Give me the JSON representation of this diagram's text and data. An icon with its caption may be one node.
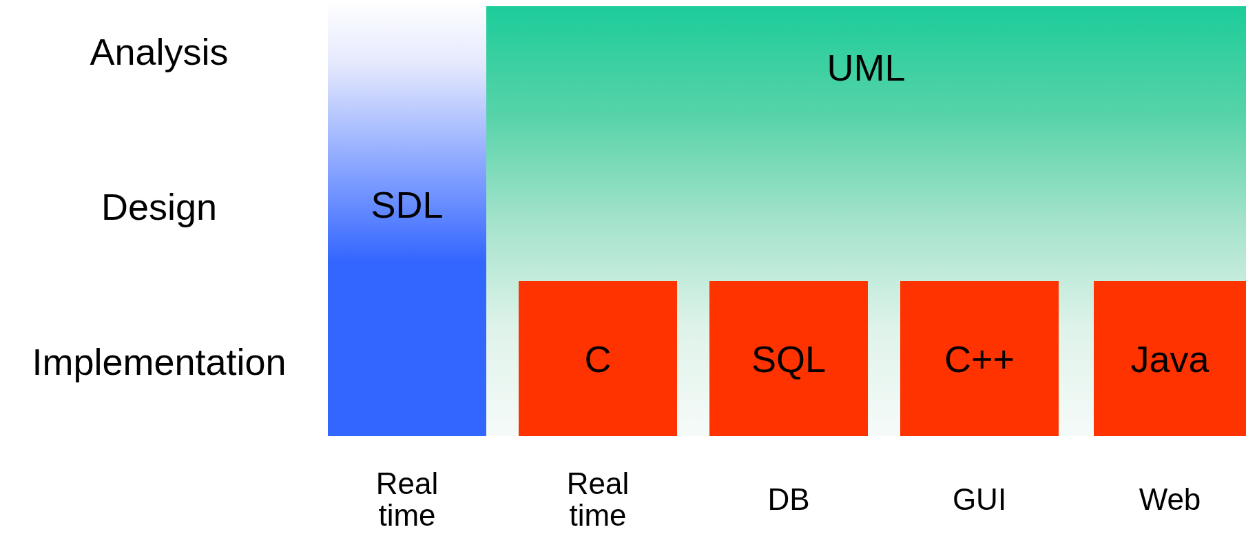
{
  "diagram": {
    "nodes": [
      {
        "text": [
          "SDL"
        ],
        "beside": [
          "Real time"
        ]
      },
      {
        "text": [
          "UML"
        ]
      },
      {
        "text": [
          "C"
        ],
        "in": 1,
        "beside": [
          "Real time"
        ]
      },
      {
        "text": [
          "SQL"
        ],
        "in": 1,
        "beside": [
          "DB"
        ]
      },
      {
        "text": [
          "C++"
        ],
        "in": 1,
        "beside": [
          "GUI"
        ]
      },
      {
        "text": [
          "Java"
        ],
        "in": 1,
        "beside": [
          "Web"
        ]
      }
    ],
    "labels": [
      "Analysis",
      "Design",
      "Implementation"
    ]
  }
}
